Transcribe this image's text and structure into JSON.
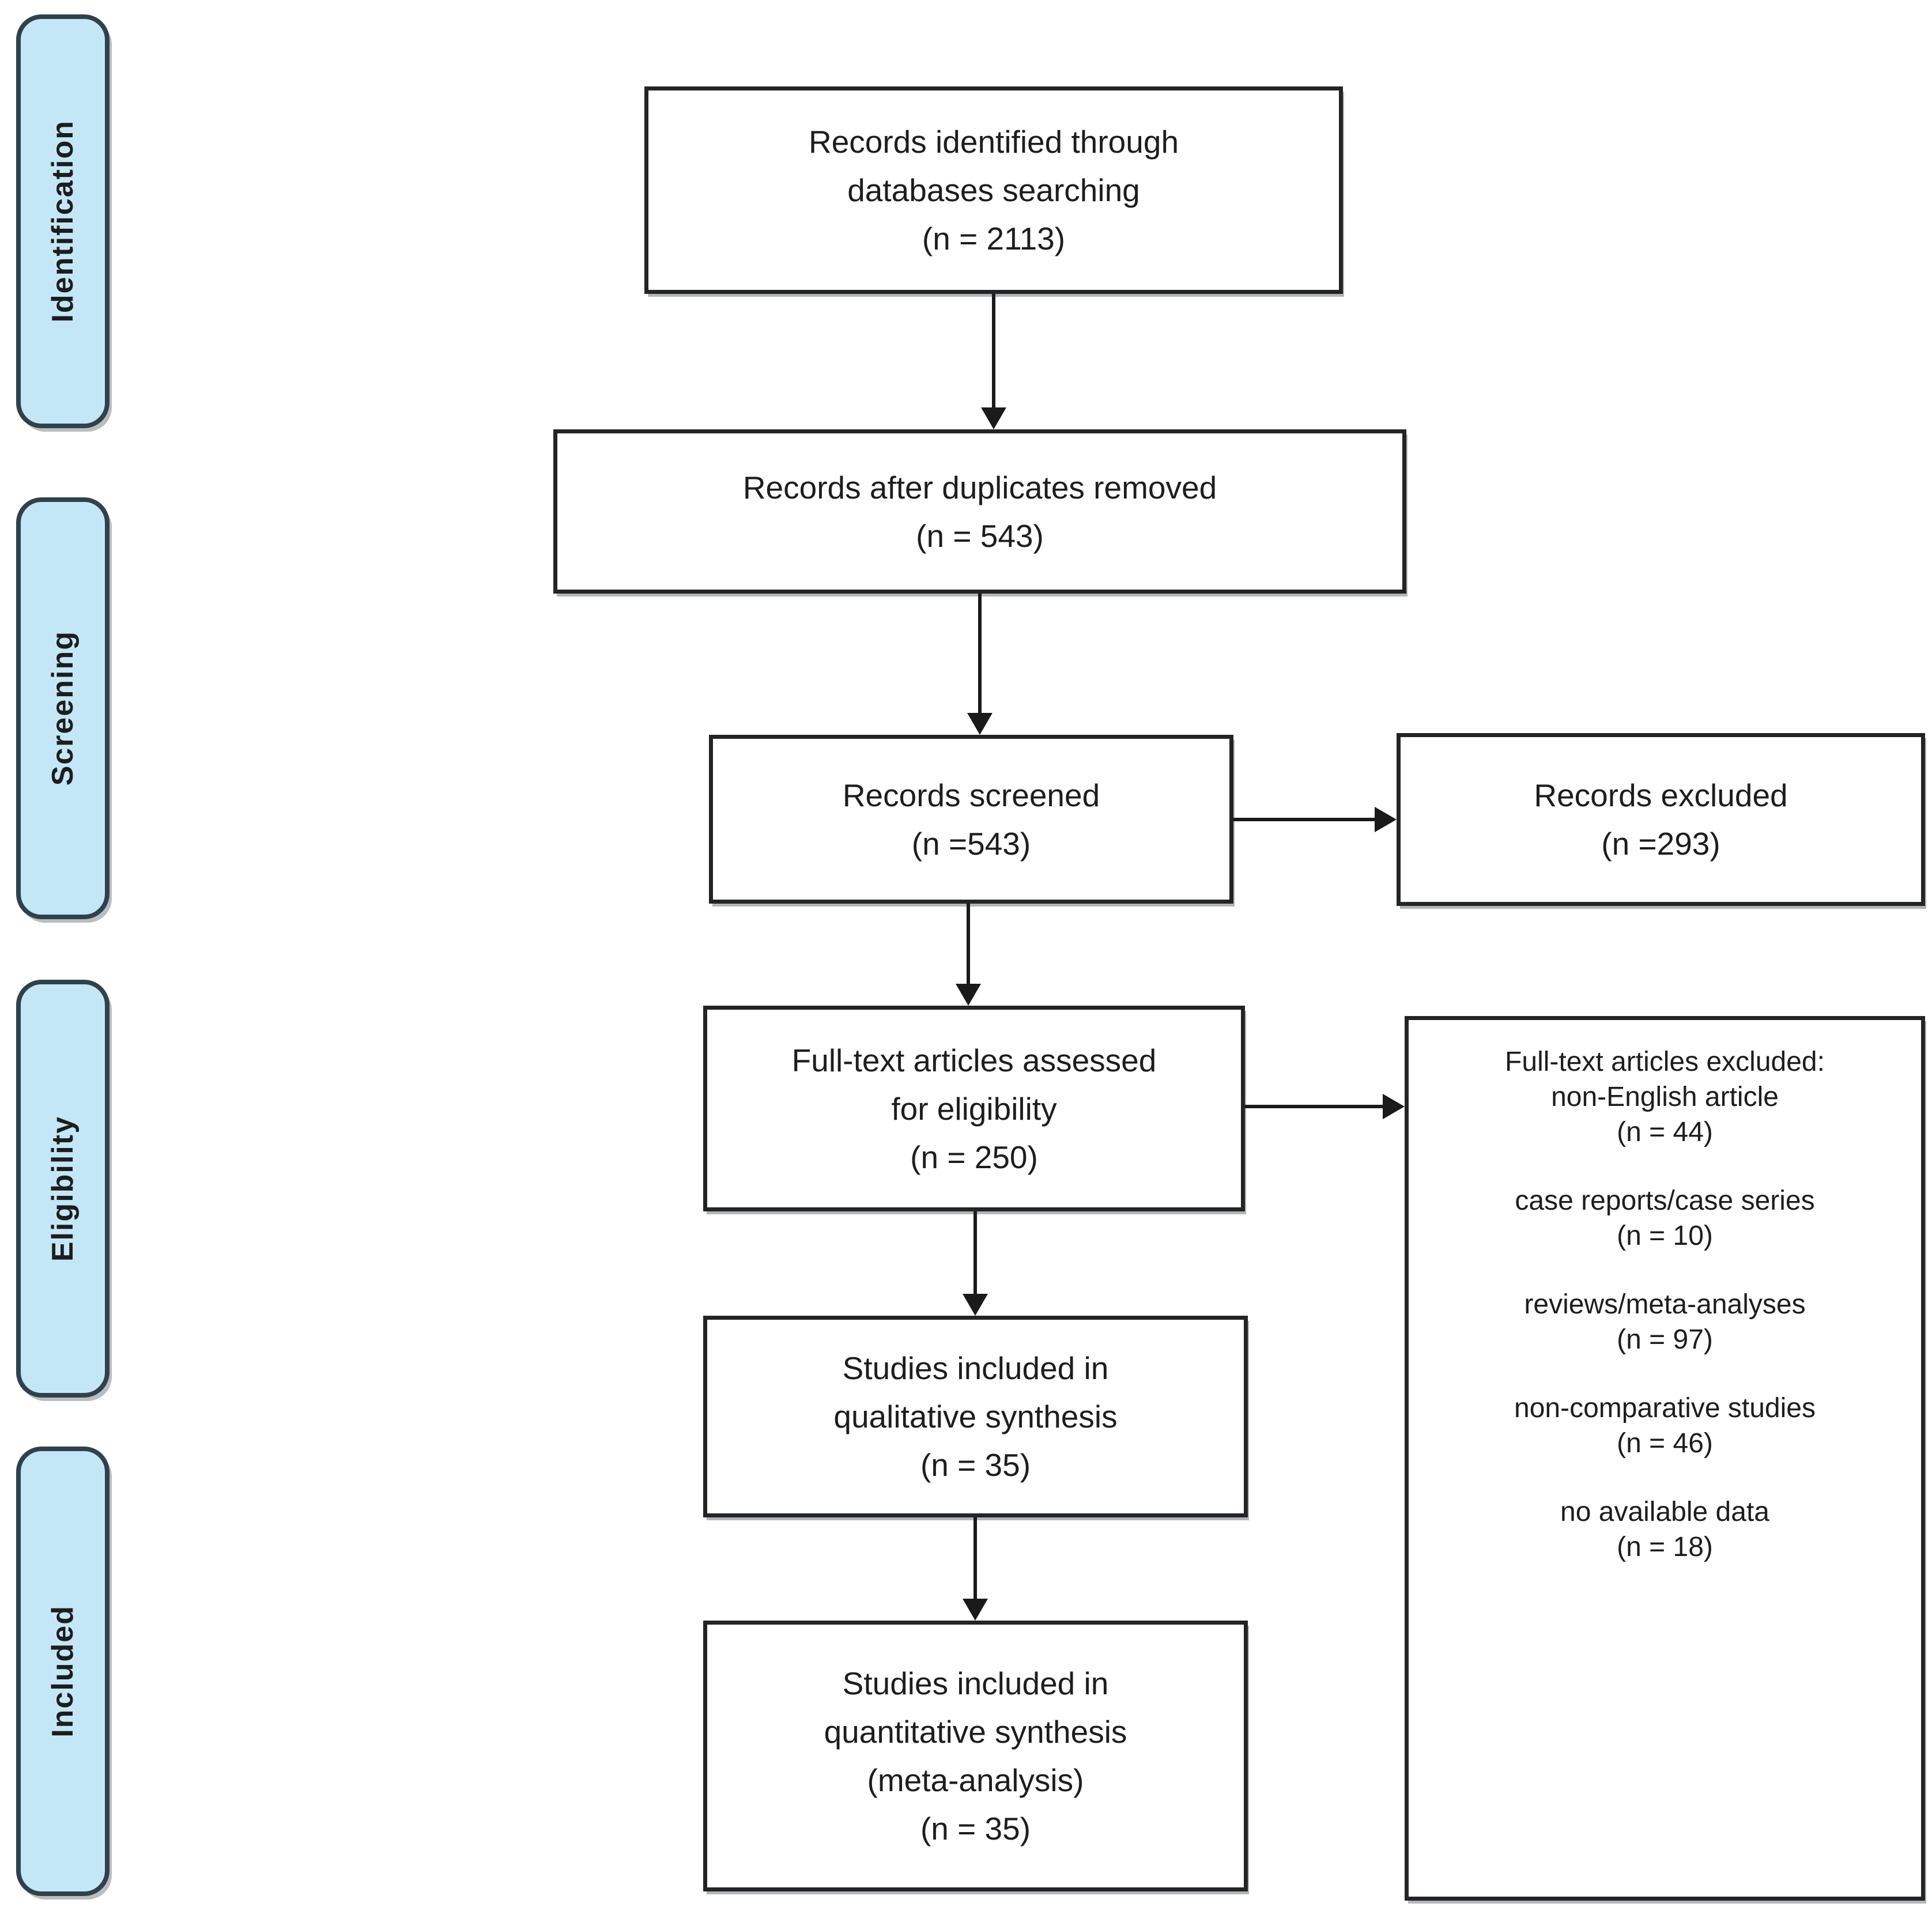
{
  "stages": [
    {
      "label": "Identification"
    },
    {
      "label": "Screening"
    },
    {
      "label": "Eligibility"
    },
    {
      "label": "Included"
    }
  ],
  "boxes": {
    "identified": {
      "lines": [
        "Records identified through",
        "databases searching",
        "(n = 2113)"
      ]
    },
    "duplicates_removed": {
      "lines": [
        "Records after duplicates removed",
        "(n = 543)"
      ]
    },
    "screened": {
      "lines": [
        "Records screened",
        "(n =543)"
      ]
    },
    "records_excluded": {
      "lines": [
        "Records excluded",
        "(n =293)"
      ]
    },
    "fulltext_assessed": {
      "lines": [
        "Full-text articles assessed",
        "for eligibility",
        "(n = 250)"
      ]
    },
    "fulltext_excluded": {
      "header": "Full-text articles excluded:",
      "reasons": [
        {
          "text": "non-English article",
          "n": "(n = 44)"
        },
        {
          "text": "case reports/case series",
          "n": "(n = 10)"
        },
        {
          "text": "reviews/meta-analyses",
          "n": "(n = 97)"
        },
        {
          "text": "non-comparative studies",
          "n": "(n = 46)"
        },
        {
          "text": "no available data",
          "n": "(n = 18)"
        }
      ]
    },
    "qualitative_synthesis": {
      "lines": [
        "Studies included in",
        "qualitative synthesis",
        "(n = 35)"
      ]
    },
    "quantitative_synthesis": {
      "lines": [
        "Studies included in",
        "quantitative synthesis",
        "(meta-analysis)",
        "(n = 35)"
      ]
    }
  },
  "colors": {
    "stage_fill": "#c4e7f7",
    "stage_border": "#31414c",
    "box_fill": "#ffffff",
    "box_border": "#242424",
    "line": "#1a1a1a",
    "text": "#1d1d1d",
    "background": "#ffffff"
  }
}
